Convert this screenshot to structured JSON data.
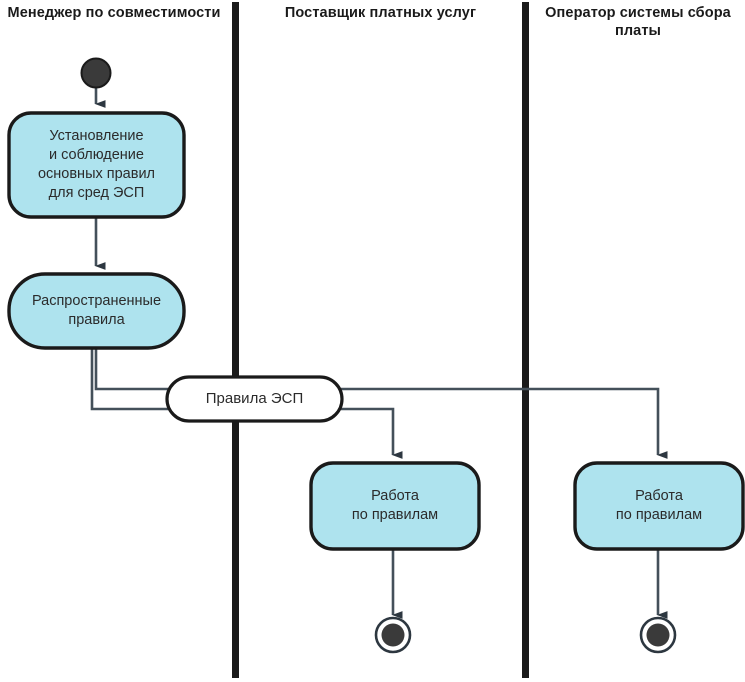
{
  "diagram": {
    "type": "uml-activity-swimlane",
    "title_present": false,
    "colors": {
      "node_fill": "#aee3ee",
      "node_stroke": "#1a1a1a",
      "signal_fill": "#ffffff",
      "lane_divider": "#1a1a1a",
      "connector": "#44505a",
      "text": "#2b2b2b",
      "header_text": "#1a1a1a",
      "background": "#ffffff"
    },
    "lanes": [
      {
        "id": "lane-compatibility-manager",
        "label": "Менеджер\nпо совместимости"
      },
      {
        "id": "lane-paid-service-provider",
        "label": "Поставщик платных\nуслуг"
      },
      {
        "id": "lane-toll-system-operator",
        "label": "Оператор системы\nсбора платы"
      }
    ],
    "nodes": [
      {
        "id": "start",
        "kind": "initial-node",
        "lane": "lane-compatibility-manager",
        "label": ""
      },
      {
        "id": "activity-establish-rules",
        "kind": "activity",
        "lane": "lane-compatibility-manager",
        "label": "Установление\nи соблюдение\nосновных правил\nдля сред ЭСП"
      },
      {
        "id": "activity-distributed-rules",
        "kind": "activity",
        "lane": "lane-compatibility-manager",
        "label": "Распространенные\nправила"
      },
      {
        "id": "signal-esp-rules",
        "kind": "signal-send-receive",
        "lane": "lane-compatibility-manager",
        "label": "Правила ЭСП"
      },
      {
        "id": "activity-work-by-rules-provider",
        "kind": "activity",
        "lane": "lane-paid-service-provider",
        "label": "Работа\nпо правилам"
      },
      {
        "id": "activity-work-by-rules-operator",
        "kind": "activity",
        "lane": "lane-toll-system-operator",
        "label": "Работа\nпо правилам"
      },
      {
        "id": "final-provider",
        "kind": "final-node",
        "lane": "lane-paid-service-provider",
        "label": ""
      },
      {
        "id": "final-operator",
        "kind": "final-node",
        "lane": "lane-toll-system-operator",
        "label": ""
      }
    ],
    "edges": [
      {
        "from": "start",
        "to": "activity-establish-rules",
        "arrow": true
      },
      {
        "from": "activity-establish-rules",
        "to": "activity-distributed-rules",
        "arrow": true
      },
      {
        "from": "activity-distributed-rules",
        "to": "signal-esp-rules",
        "arrow": false
      },
      {
        "from": "signal-esp-rules",
        "to": "activity-work-by-rules-provider",
        "arrow": true
      },
      {
        "from": "signal-esp-rules",
        "to": "activity-work-by-rules-operator",
        "arrow": true
      },
      {
        "from": "activity-work-by-rules-provider",
        "to": "final-provider",
        "arrow": true
      },
      {
        "from": "activity-work-by-rules-operator",
        "to": "final-operator",
        "arrow": true
      }
    ]
  }
}
